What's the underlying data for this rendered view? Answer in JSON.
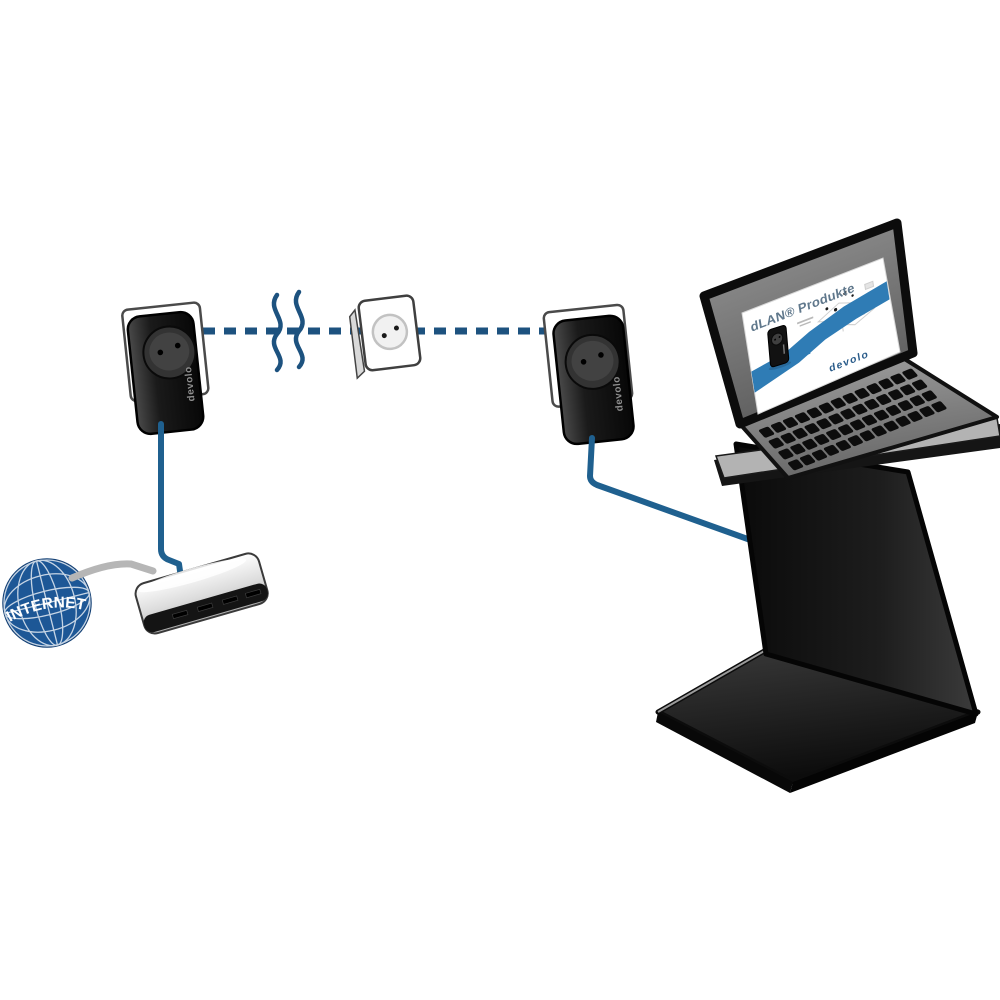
{
  "diagram": {
    "internet_globe": {
      "label": "INTERNET",
      "globe_color": "#1d5796"
    },
    "powerline_adapters": [
      {
        "brand": "devolo"
      },
      {
        "brand": "devolo"
      }
    ],
    "laptop_screen": {
      "slide_title": "dLAN® Produkte",
      "brand_logo": "devolo"
    },
    "link_colors": {
      "powerline_dashed_link": "#1d527f",
      "ethernet_cable": "#1f608f",
      "internet_cable": "#b6b6b6",
      "slide_band_blue": "#2f7cb5",
      "brand_blue": "#2a5c8a"
    }
  }
}
